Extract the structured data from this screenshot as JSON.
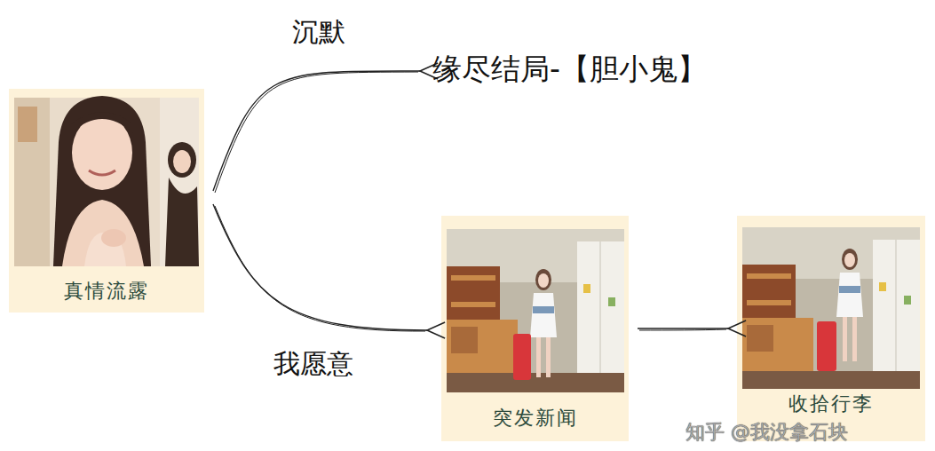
{
  "diagram": {
    "nodes": [
      {
        "text": [
          "真情流露"
        ]
      },
      {
        "text": [
          "缘尽结局-【胆小鬼】"
        ]
      },
      {
        "text": [
          "突发新闻"
        ]
      },
      {
        "text": [
          "收拾行李"
        ]
      }
    ],
    "edges": [
      {
        "from": 0,
        "to": 1,
        "label": "沉默",
        "arrow": "to"
      },
      {
        "from": 0,
        "to": 2,
        "label": "我愿意",
        "arrow": "to"
      },
      {
        "from": 2,
        "to": 3,
        "arrow": "to"
      }
    ],
    "labels": [
      "知乎 @我没拿石块"
    ]
  }
}
